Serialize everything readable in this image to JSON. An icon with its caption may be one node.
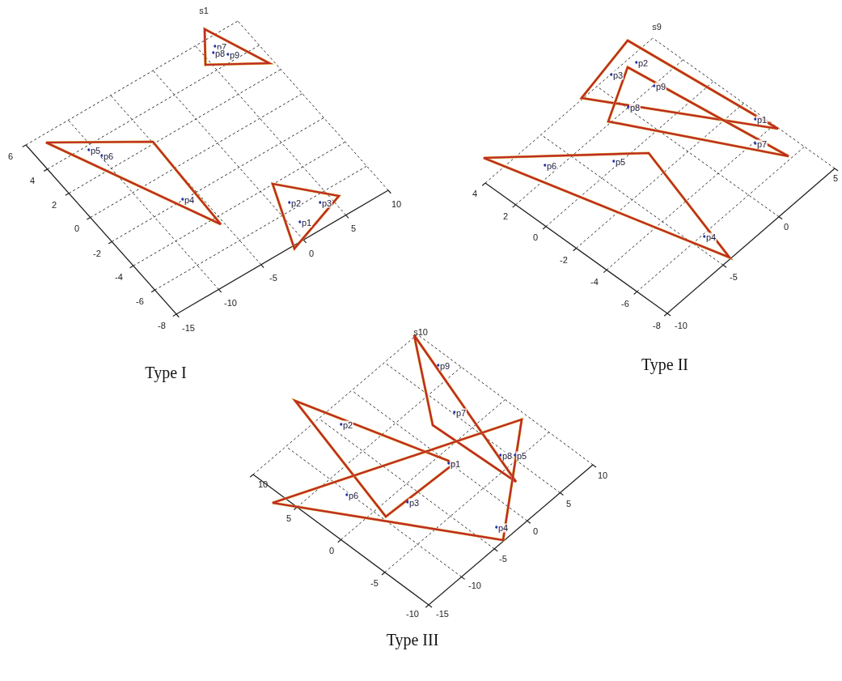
{
  "diagram": {
    "labels": [
      "s1",
      "p7",
      "p8",
      "p9",
      "p5",
      "p6",
      "p4",
      "p2",
      "p3",
      "p1",
      "6",
      "4",
      "2",
      "0",
      "-2",
      "-4",
      "-6",
      "-8",
      "-15",
      "-10",
      "-5",
      "0",
      "5",
      "10",
      "Type I",
      "s9",
      "p2",
      "p3",
      "p9",
      "p8",
      "p1",
      "p7",
      "p6",
      "p5",
      "p4",
      "4",
      "2",
      "0",
      "-2",
      "-4",
      "-6",
      "-8",
      "-10",
      "-5",
      "0",
      "5",
      "Type II",
      "s10",
      "p9",
      "p7",
      "p2",
      "p8",
      "p5",
      "p1",
      "p6",
      "p3",
      "p4",
      "10",
      "5",
      "0",
      "-5",
      "-10",
      "-15",
      "-10",
      "-5",
      "0",
      "5",
      "10",
      "Type III"
    ]
  }
}
